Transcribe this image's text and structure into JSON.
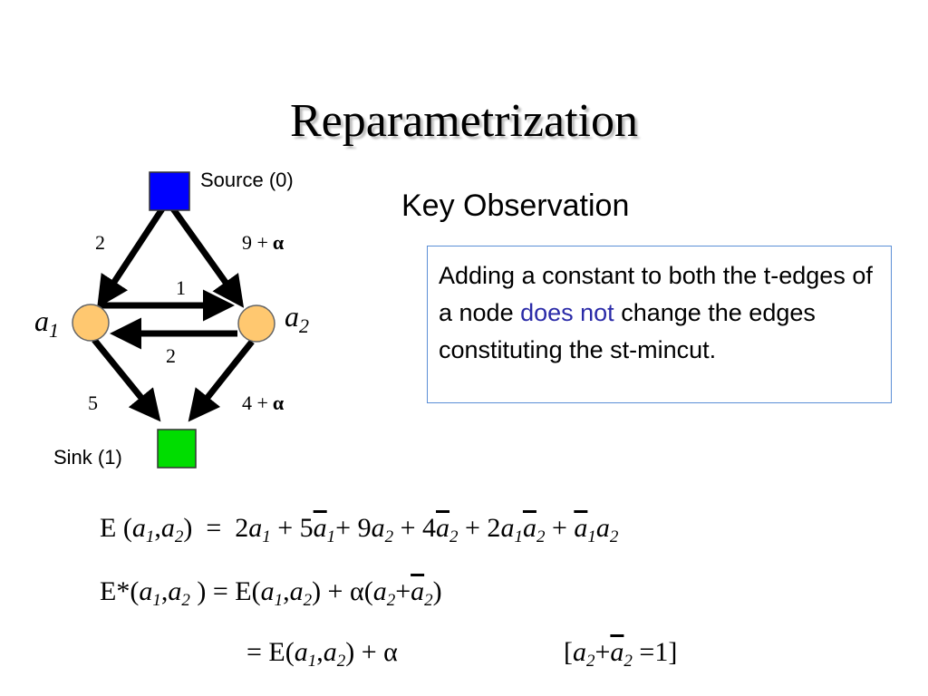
{
  "slide": {
    "title": "Reparametrization"
  },
  "graph": {
    "nodes": {
      "source": {
        "label": "Source (0)",
        "color": "#0000ff"
      },
      "sink": {
        "label": "Sink (1)",
        "color": "#00dd00"
      },
      "a1": {
        "label_main": "a",
        "label_sub": "1",
        "color": "#ffc870"
      },
      "a2": {
        "label_main": "a",
        "label_sub": "2",
        "color": "#ffc870"
      }
    },
    "edges": {
      "source_a1": {
        "weight": "2"
      },
      "source_a2": {
        "weight_value": "9 +",
        "weight_symbol": "α"
      },
      "a1_a2": {
        "weight": "1"
      },
      "a2_a1": {
        "weight": "2"
      },
      "a1_sink": {
        "weight": "5"
      },
      "a2_sink": {
        "weight_value": "4 +",
        "weight_symbol": "α"
      }
    }
  },
  "observation": {
    "heading": "Key Observation",
    "text_before": "Adding a constant to both the t-edges of a node ",
    "highlight": "does not",
    "text_after": " change the edges constituting the st-mincut.",
    "highlight_color": "#2b2ba8",
    "border_color": "#5b8fd6"
  },
  "equations": {
    "line1": "E (a1,a2)  =  2a1 + 5ā1+ 9a2 + 4ā2 + 2a1ā2 + ā1a2",
    "line2": "E*(a1,a2 ) = E(a1,a2) + α(a2+ā2)",
    "line3_left": "= E(a1,a2) + α",
    "line3_right": "[a2+ā2 =1]"
  }
}
